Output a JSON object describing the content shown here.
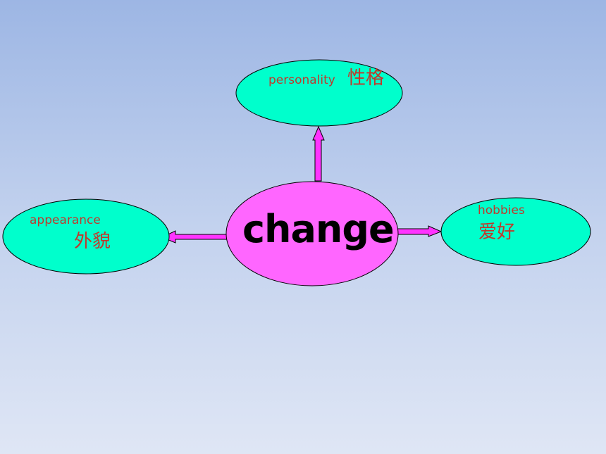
{
  "colors": {
    "center_fill": "#ff66ff",
    "node_fill": "#00ffcc",
    "arrow_fill": "#ff33ff",
    "node_text": "#c0392b",
    "center_text": "#000000",
    "outline": "#000000"
  },
  "center": {
    "label": "change"
  },
  "nodes": {
    "top": {
      "en": "personality",
      "zh": "性格"
    },
    "left": {
      "en": "appearance",
      "zh": "外貌"
    },
    "right": {
      "en": "hobbies",
      "zh": "爱好"
    }
  }
}
